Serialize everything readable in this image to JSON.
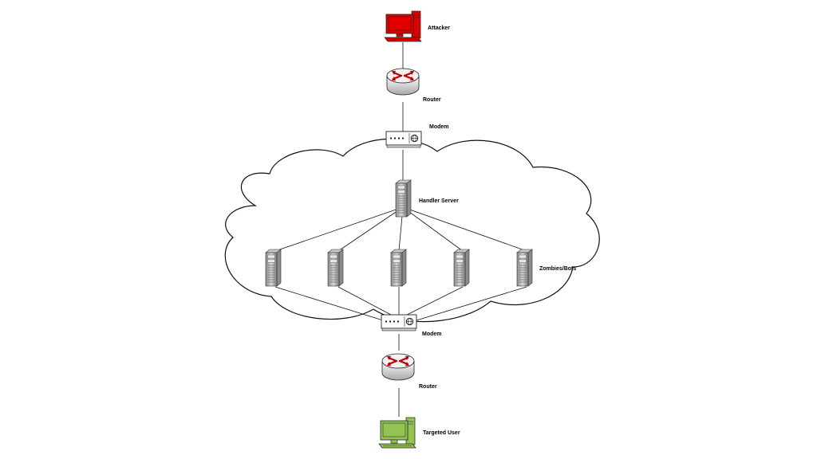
{
  "labels": {
    "attacker": "Attacker",
    "router_top": "Router",
    "modem_top": "Modem",
    "handler": "Handler Server",
    "zombies": "Zombies/Bots",
    "modem_bottom": "Modem",
    "router_bottom": "Router",
    "target": "Targeted User"
  },
  "icons": {
    "attacker": "desktop-computer-icon",
    "router": "router-icon",
    "modem": "modem-icon",
    "server": "server-tower-icon",
    "target": "desktop-computer-icon"
  },
  "colors": {
    "attacker": "#e00000",
    "target": "#92c353",
    "router_arrows": "#c00000",
    "line": "#000000"
  }
}
